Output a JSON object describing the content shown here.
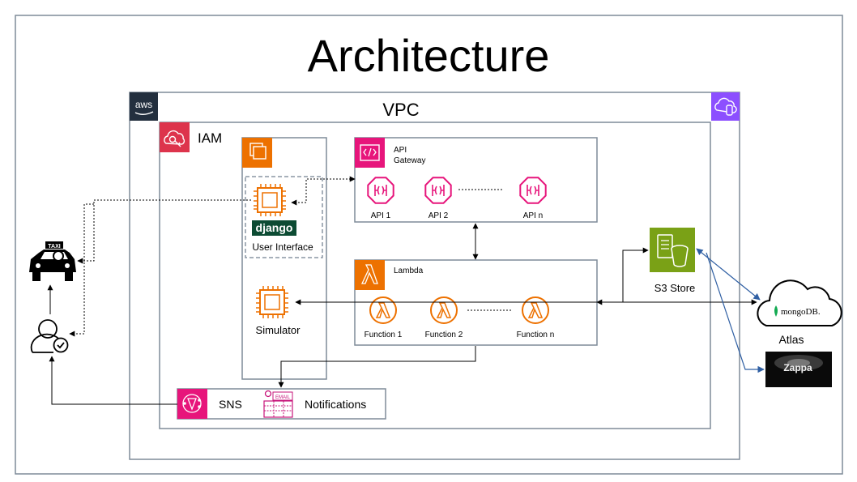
{
  "title": "Architecture",
  "aws_badge": "aws",
  "vpc": {
    "label": "VPC"
  },
  "iam": {
    "label": "IAM"
  },
  "api_gateway": {
    "label_line1": "API",
    "label_line2": "Gateway",
    "apis": [
      "API 1",
      "API 2",
      "API n"
    ]
  },
  "ui_box": {
    "brand": "django",
    "label": "User Interface"
  },
  "simulator": {
    "label": "Simulator"
  },
  "lambda": {
    "label": "Lambda",
    "functions": [
      "Function 1",
      "Function 2",
      "Function n"
    ]
  },
  "s3": {
    "label": "S3 Store"
  },
  "sns": {
    "label": "SNS",
    "email_tag": "EMAIL",
    "notifications_label": "Notifications"
  },
  "atlas": {
    "logo_text": "mongoDB.",
    "label": "Atlas"
  },
  "zappa": {
    "label": "Zappa"
  },
  "taxi": {
    "sign": "TAXI"
  },
  "colors": {
    "aws_dark": "#232F3E",
    "compute_orange": "#ED7100",
    "pink": "#E7157B",
    "red": "#DD344C",
    "purple": "#8C4FFF",
    "green": "#7AA116",
    "django_green": "#0C4B33",
    "frame_gray": "#7f8b99",
    "link_blue": "#2F5FA3"
  }
}
